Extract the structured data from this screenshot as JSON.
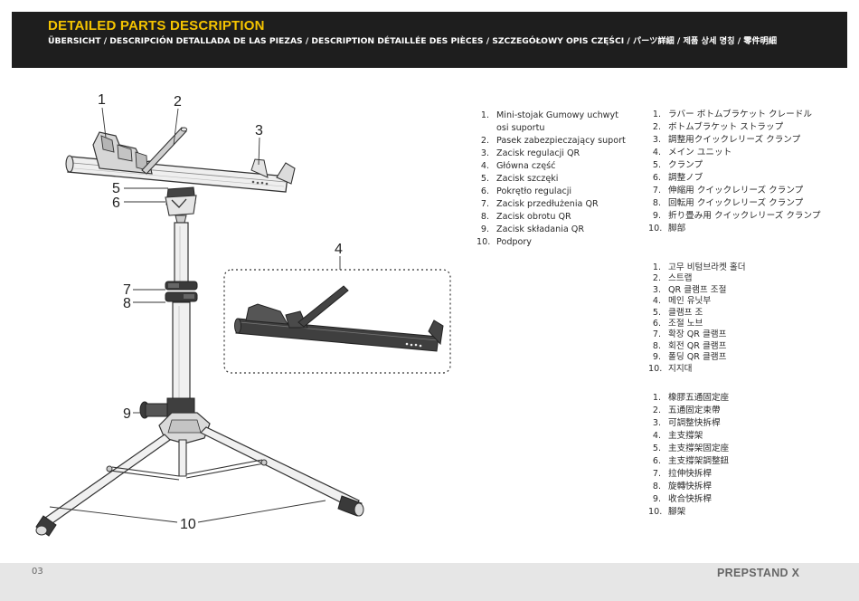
{
  "header": {
    "title": "DETAILED PARTS DESCRIPTION",
    "subtitle": "ÜBERSICHT / DESCRIPCIÓN DETALLADA DE LAS PIEZAS / DESCRIPTION DÉTAILLÉE DES PIÈCES / SZCZEGÓŁOWY OPIS CZĘŚCI / パーツ詳細 / 제품 상세 명칭 / 零件明細"
  },
  "diagram": {
    "callouts": [
      "1",
      "2",
      "3",
      "4",
      "5",
      "6",
      "7",
      "8",
      "9",
      "10"
    ]
  },
  "lists": {
    "polish": [
      {
        "num": "1.",
        "text": "Mini-stojak Gumowy uchwyt",
        "text2": "osi suportu"
      },
      {
        "num": "2.",
        "text": "Pasek zabezpieczający suport"
      },
      {
        "num": "3.",
        "text": "Zacisk regulacji QR"
      },
      {
        "num": "4.",
        "text": "Główna część"
      },
      {
        "num": "5.",
        "text": "Zacisk szczęki"
      },
      {
        "num": "6.",
        "text": "Pokrętło regulacji"
      },
      {
        "num": "7.",
        "text": "Zacisk przedłużenia QR"
      },
      {
        "num": "8.",
        "text": "Zacisk obrotu QR"
      },
      {
        "num": "9.",
        "text": "Zacisk składania QR"
      },
      {
        "num": "10.",
        "text": "Podpory"
      }
    ],
    "japanese": [
      {
        "num": "1.",
        "text": "ラバー ボトムブラケット クレードル"
      },
      {
        "num": "2.",
        "text": "ボトムブラケット ストラップ"
      },
      {
        "num": "3.",
        "text": "調整用クイックレリーズ クランプ"
      },
      {
        "num": "4.",
        "text": "メイン ユニット"
      },
      {
        "num": "5.",
        "text": "クランプ"
      },
      {
        "num": "6.",
        "text": "調整ノブ"
      },
      {
        "num": "7.",
        "text": "伸縮用 クイックレリーズ クランプ"
      },
      {
        "num": "8.",
        "text": "回転用 クイックレリーズ クランプ"
      },
      {
        "num": "9.",
        "text": "折り畳み用 クイックレリーズ クランプ"
      },
      {
        "num": "10.",
        "text": "脚部"
      }
    ],
    "korean": [
      {
        "num": "1.",
        "text": "고무 비텀브라켓 홀더"
      },
      {
        "num": "2.",
        "text": "스트랩"
      },
      {
        "num": "3.",
        "text": "QR 클램프 조절"
      },
      {
        "num": "4.",
        "text": "메인 유닛부"
      },
      {
        "num": "5.",
        "text": "클램프 조"
      },
      {
        "num": "6.",
        "text": "조절 노브"
      },
      {
        "num": "7.",
        "text": "확장 QR 클램프"
      },
      {
        "num": "8.",
        "text": "회전 QR 클램프"
      },
      {
        "num": "9.",
        "text": "폴딩 QR 클램프"
      },
      {
        "num": "10.",
        "text": "지지대"
      }
    ],
    "chinese": [
      {
        "num": "1.",
        "text": "橡膠五通固定座"
      },
      {
        "num": "2.",
        "text": "五通固定束帶"
      },
      {
        "num": "3.",
        "text": "可調整快拆桿"
      },
      {
        "num": "4.",
        "text": "主支撐架"
      },
      {
        "num": "5.",
        "text": "主支撐架固定座"
      },
      {
        "num": "6.",
        "text": "主支撐架調整鈕"
      },
      {
        "num": "7.",
        "text": "拉伸快拆桿"
      },
      {
        "num": "8.",
        "text": "旋轉快拆桿"
      },
      {
        "num": "9.",
        "text": "收合快拆桿"
      },
      {
        "num": "10.",
        "text": "腳架"
      }
    ]
  },
  "footer": {
    "page_number": "03",
    "product_name": "PREPSTAND X"
  }
}
